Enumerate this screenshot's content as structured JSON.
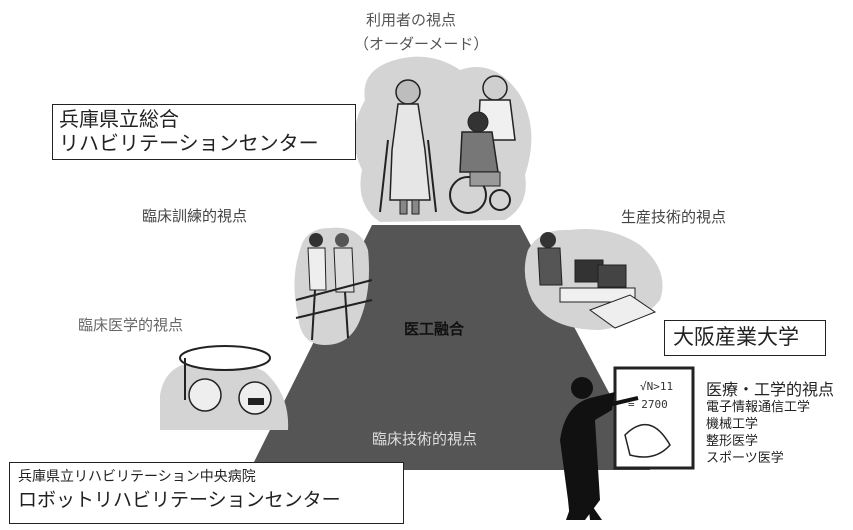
{
  "viewpoints": {
    "user": "利用者の視点",
    "user_sub": "（オーダーメード）",
    "clinical_training": "臨床訓練的視点",
    "production": "生産技術的視点",
    "clinical_medicine": "臨床医学的視点",
    "fusion": "医工融合",
    "clinical_technology": "臨床技術的視点"
  },
  "hyogo_center": {
    "line1": "兵庫県立総合",
    "line2": "リハビリテーションセンター"
  },
  "osaka_univ": {
    "name": "大阪産業大学"
  },
  "engineering": {
    "title": "医療・工学的視点",
    "items": [
      "電子情報通信工学",
      "機械工学",
      "整形医学",
      "スポーツ医学"
    ]
  },
  "hospital": {
    "line1": "兵庫県立リハビリテーション中央病院",
    "line2": "ロボットリハビリテーションセンター"
  },
  "board": {
    "formula1": "√N>11",
    "formula2": "= 2700"
  }
}
